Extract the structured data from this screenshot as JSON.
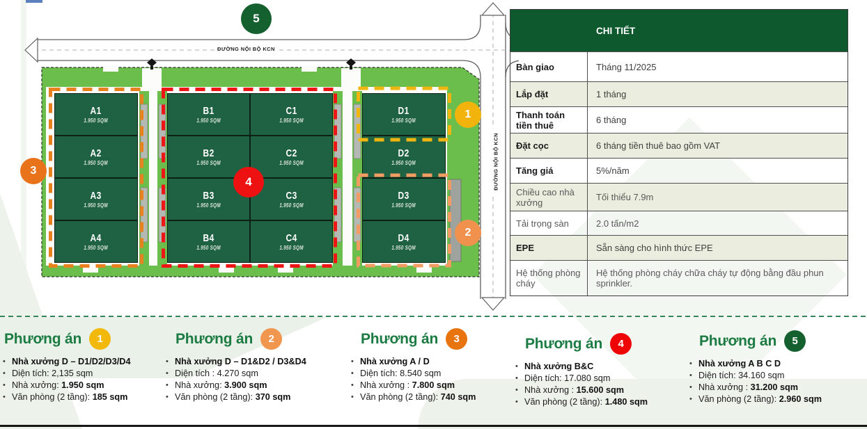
{
  "plan": {
    "road_label_top": "ĐƯỜNG NỘI BỘ KCN",
    "road_label_right": "ĐƯỜNG NỘI BỘ KCN",
    "area_label": "1.950 SQM",
    "units": [
      "A1",
      "A2",
      "A3",
      "A4",
      "B1",
      "B2",
      "B3",
      "B4",
      "C1",
      "C2",
      "C3",
      "C4",
      "D1",
      "D2",
      "D3",
      "D4"
    ],
    "markers": [
      {
        "n": "1",
        "color": "#F2B40C"
      },
      {
        "n": "2",
        "color": "#F0914E"
      },
      {
        "n": "3",
        "color": "#E8731A"
      },
      {
        "n": "4",
        "color": "#EE1111"
      },
      {
        "n": "5",
        "color": "#15602F"
      }
    ],
    "zone_colors": {
      "zone_a": "#E8821E",
      "zone_bc": "#ED1515",
      "zone_d1": "#F0B60F",
      "zone_d3d4": "#F29B62"
    }
  },
  "table": {
    "header": "CHI TIẾT",
    "rows": [
      {
        "label": "Bàn giao",
        "value": "Tháng 11/2025"
      },
      {
        "label": "Lắp đặt",
        "value": "1 tháng"
      },
      {
        "label": "Thanh toán tiền thuê",
        "value": "6 tháng"
      },
      {
        "label": "Đặt cọc",
        "value": "6 tháng tiền thuê bao gồm VAT"
      },
      {
        "label": "Tăng giá",
        "value": "5%/năm"
      },
      {
        "label": "Chiều cao nhà xưởng",
        "value": "Tối thiểu 7.9m"
      },
      {
        "label": "Tải trọng sàn",
        "value": "2.0 tấn/m2"
      },
      {
        "label": "EPE",
        "value": "Sẵn sàng cho hình thức EPE"
      },
      {
        "label": "Hệ thống phòng cháy",
        "value": "Hệ thống phòng cháy chữa cháy tự động bằng đầu phun sprinkler."
      }
    ]
  },
  "options": [
    {
      "title": "Phương án",
      "number": "1",
      "color": "#F2B80C",
      "items": [
        {
          "pre": "",
          "strong": "Nhà xưởng D – D1/D2/D3/D4"
        },
        {
          "pre": "Diện tích: 2,135 sqm",
          "strong": ""
        },
        {
          "pre": "Nhà xưởng: ",
          "strong": "1.950 sqm"
        },
        {
          "pre": "Văn phòng (2 tầng): ",
          "strong": "185 sqm"
        }
      ]
    },
    {
      "title": "Phương án",
      "number": "2",
      "color": "#F0964F",
      "items": [
        {
          "pre": "",
          "strong": "Nhà xưởng D – D1&D2 / D3&D4"
        },
        {
          "pre": "Diện tích : 4.270 sqm",
          "strong": ""
        },
        {
          "pre": "Nhà xưởng: ",
          "strong": "3.900 sqm"
        },
        {
          "pre": "Văn phòng (2 tầng): ",
          "strong": "370 sqm"
        }
      ]
    },
    {
      "title": "Phương án",
      "number": "3",
      "color": "#E8740F",
      "items": [
        {
          "pre": "",
          "strong": "Nhà xưởng A / D"
        },
        {
          "pre": "Diện tích: 8.540 sqm",
          "strong": ""
        },
        {
          "pre": "Nhà xưởng : ",
          "strong": "7.800 sqm"
        },
        {
          "pre": "Văn phòng (2 tầng): ",
          "strong": "740 sqm"
        }
      ]
    },
    {
      "title": "Phương án",
      "number": "4",
      "color": "#EE0404",
      "items": [
        {
          "pre": "",
          "strong": "Nhà xưởng B&C"
        },
        {
          "pre": "Diện tích: 17.080 sqm",
          "strong": ""
        },
        {
          "pre": "Nhà xưởng : ",
          "strong": "15.600 sqm"
        },
        {
          "pre": "Văn phòng (2 tầng): ",
          "strong": "1.480 sqm"
        }
      ]
    },
    {
      "title": "Phương án",
      "number": "5",
      "color": "#15602F",
      "items": [
        {
          "pre": "",
          "strong": "Nhà xưởng A B C D"
        },
        {
          "pre": "Diện tích: 34.160 sqm",
          "strong": ""
        },
        {
          "pre": "Nhà xưởng : ",
          "strong": "31.200 sqm"
        },
        {
          "pre": "Văn phòng (2 tầng): ",
          "strong": "2.960 sqm"
        }
      ]
    }
  ]
}
